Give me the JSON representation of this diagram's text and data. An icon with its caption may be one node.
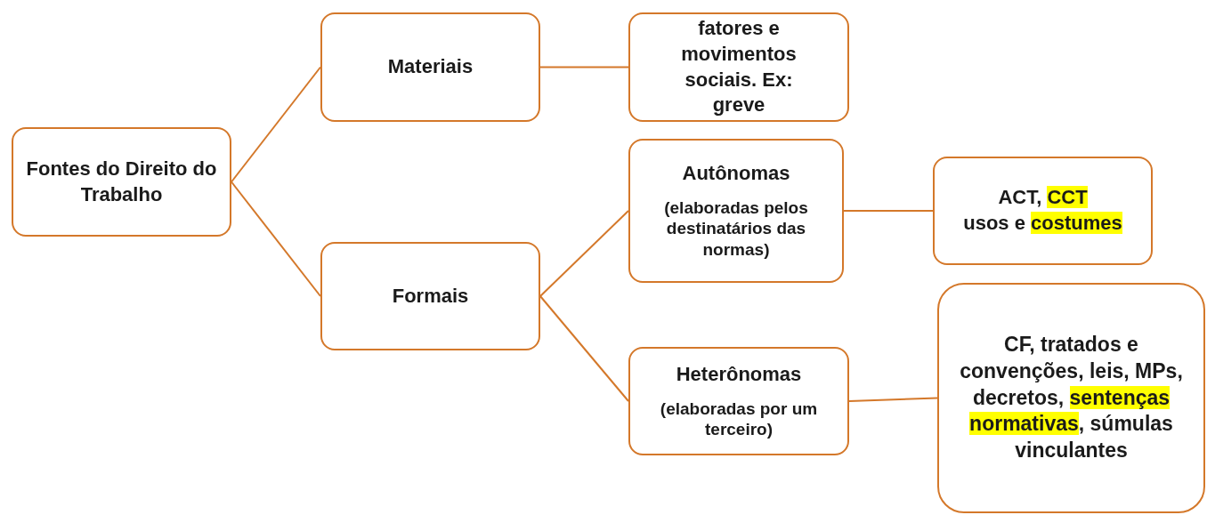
{
  "diagram": {
    "nodes": [
      {
        "text": [
          "Fontes do Direito do Trabalho"
        ]
      },
      {
        "text": [
          "Materiais"
        ]
      },
      {
        "text": [
          "fatores e movimentos sociais. Ex: greve"
        ]
      },
      {
        "text": [
          "Autônomas",
          "(elaboradas pelos destinatários das normas)"
        ]
      },
      {
        "text": [
          "ACT, **CCT**",
          "usos e **costumes**"
        ]
      },
      {
        "text": [
          "Formais"
        ]
      },
      {
        "text": [
          "Heterônomas",
          "(elaboradas por um terceiro)"
        ]
      },
      {
        "text": [
          "CF, tratados e convenções, leis, MPs, decretos, **sentenças normativas**, súmulas vinculantes"
        ]
      }
    ],
    "edges": [
      {
        "from": 0,
        "to": 1,
        "arrow": "none"
      },
      {
        "from": 0,
        "to": 5,
        "arrow": "none"
      },
      {
        "from": 1,
        "to": 2,
        "arrow": "none"
      },
      {
        "from": 5,
        "to": 3,
        "arrow": "none"
      },
      {
        "from": 5,
        "to": 6,
        "arrow": "none"
      },
      {
        "from": 3,
        "to": 4,
        "arrow": "none"
      },
      {
        "from": 6,
        "to": 7,
        "arrow": "none"
      }
    ]
  }
}
